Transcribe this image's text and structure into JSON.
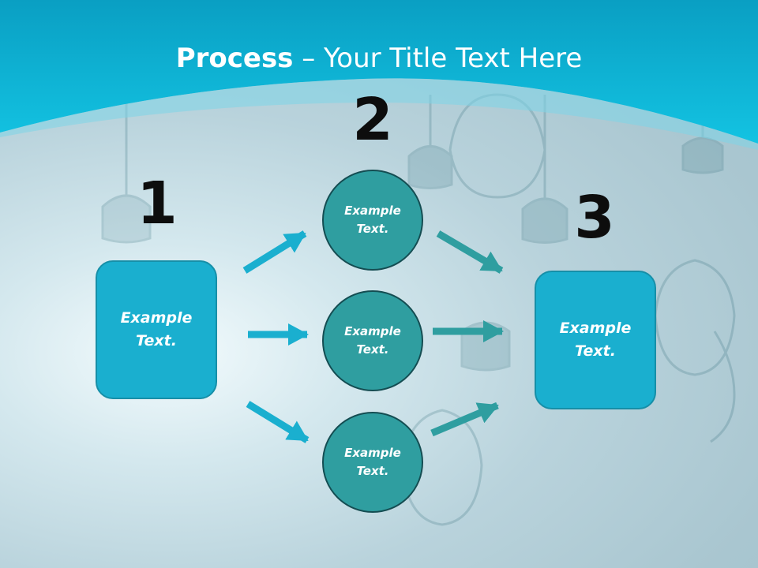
{
  "slide": {
    "title_bold": "Process",
    "title_rest": " – Your Title Text Here"
  },
  "steps": [
    {
      "number": "1"
    },
    {
      "number": "2"
    },
    {
      "number": "3"
    }
  ],
  "boxes": {
    "left_text": "Example Text.",
    "right_text": "Example Text."
  },
  "circles": [
    {
      "text": "Example Text."
    },
    {
      "text": "Example Text."
    },
    {
      "text": "Example Text."
    }
  ],
  "colors": {
    "header": "#0fb6d6",
    "box_fill": "#1aafcf",
    "circle_fill": "#2f9ea0",
    "arrow_left": "#1aafcf",
    "arrow_right": "#2f9ea0"
  }
}
